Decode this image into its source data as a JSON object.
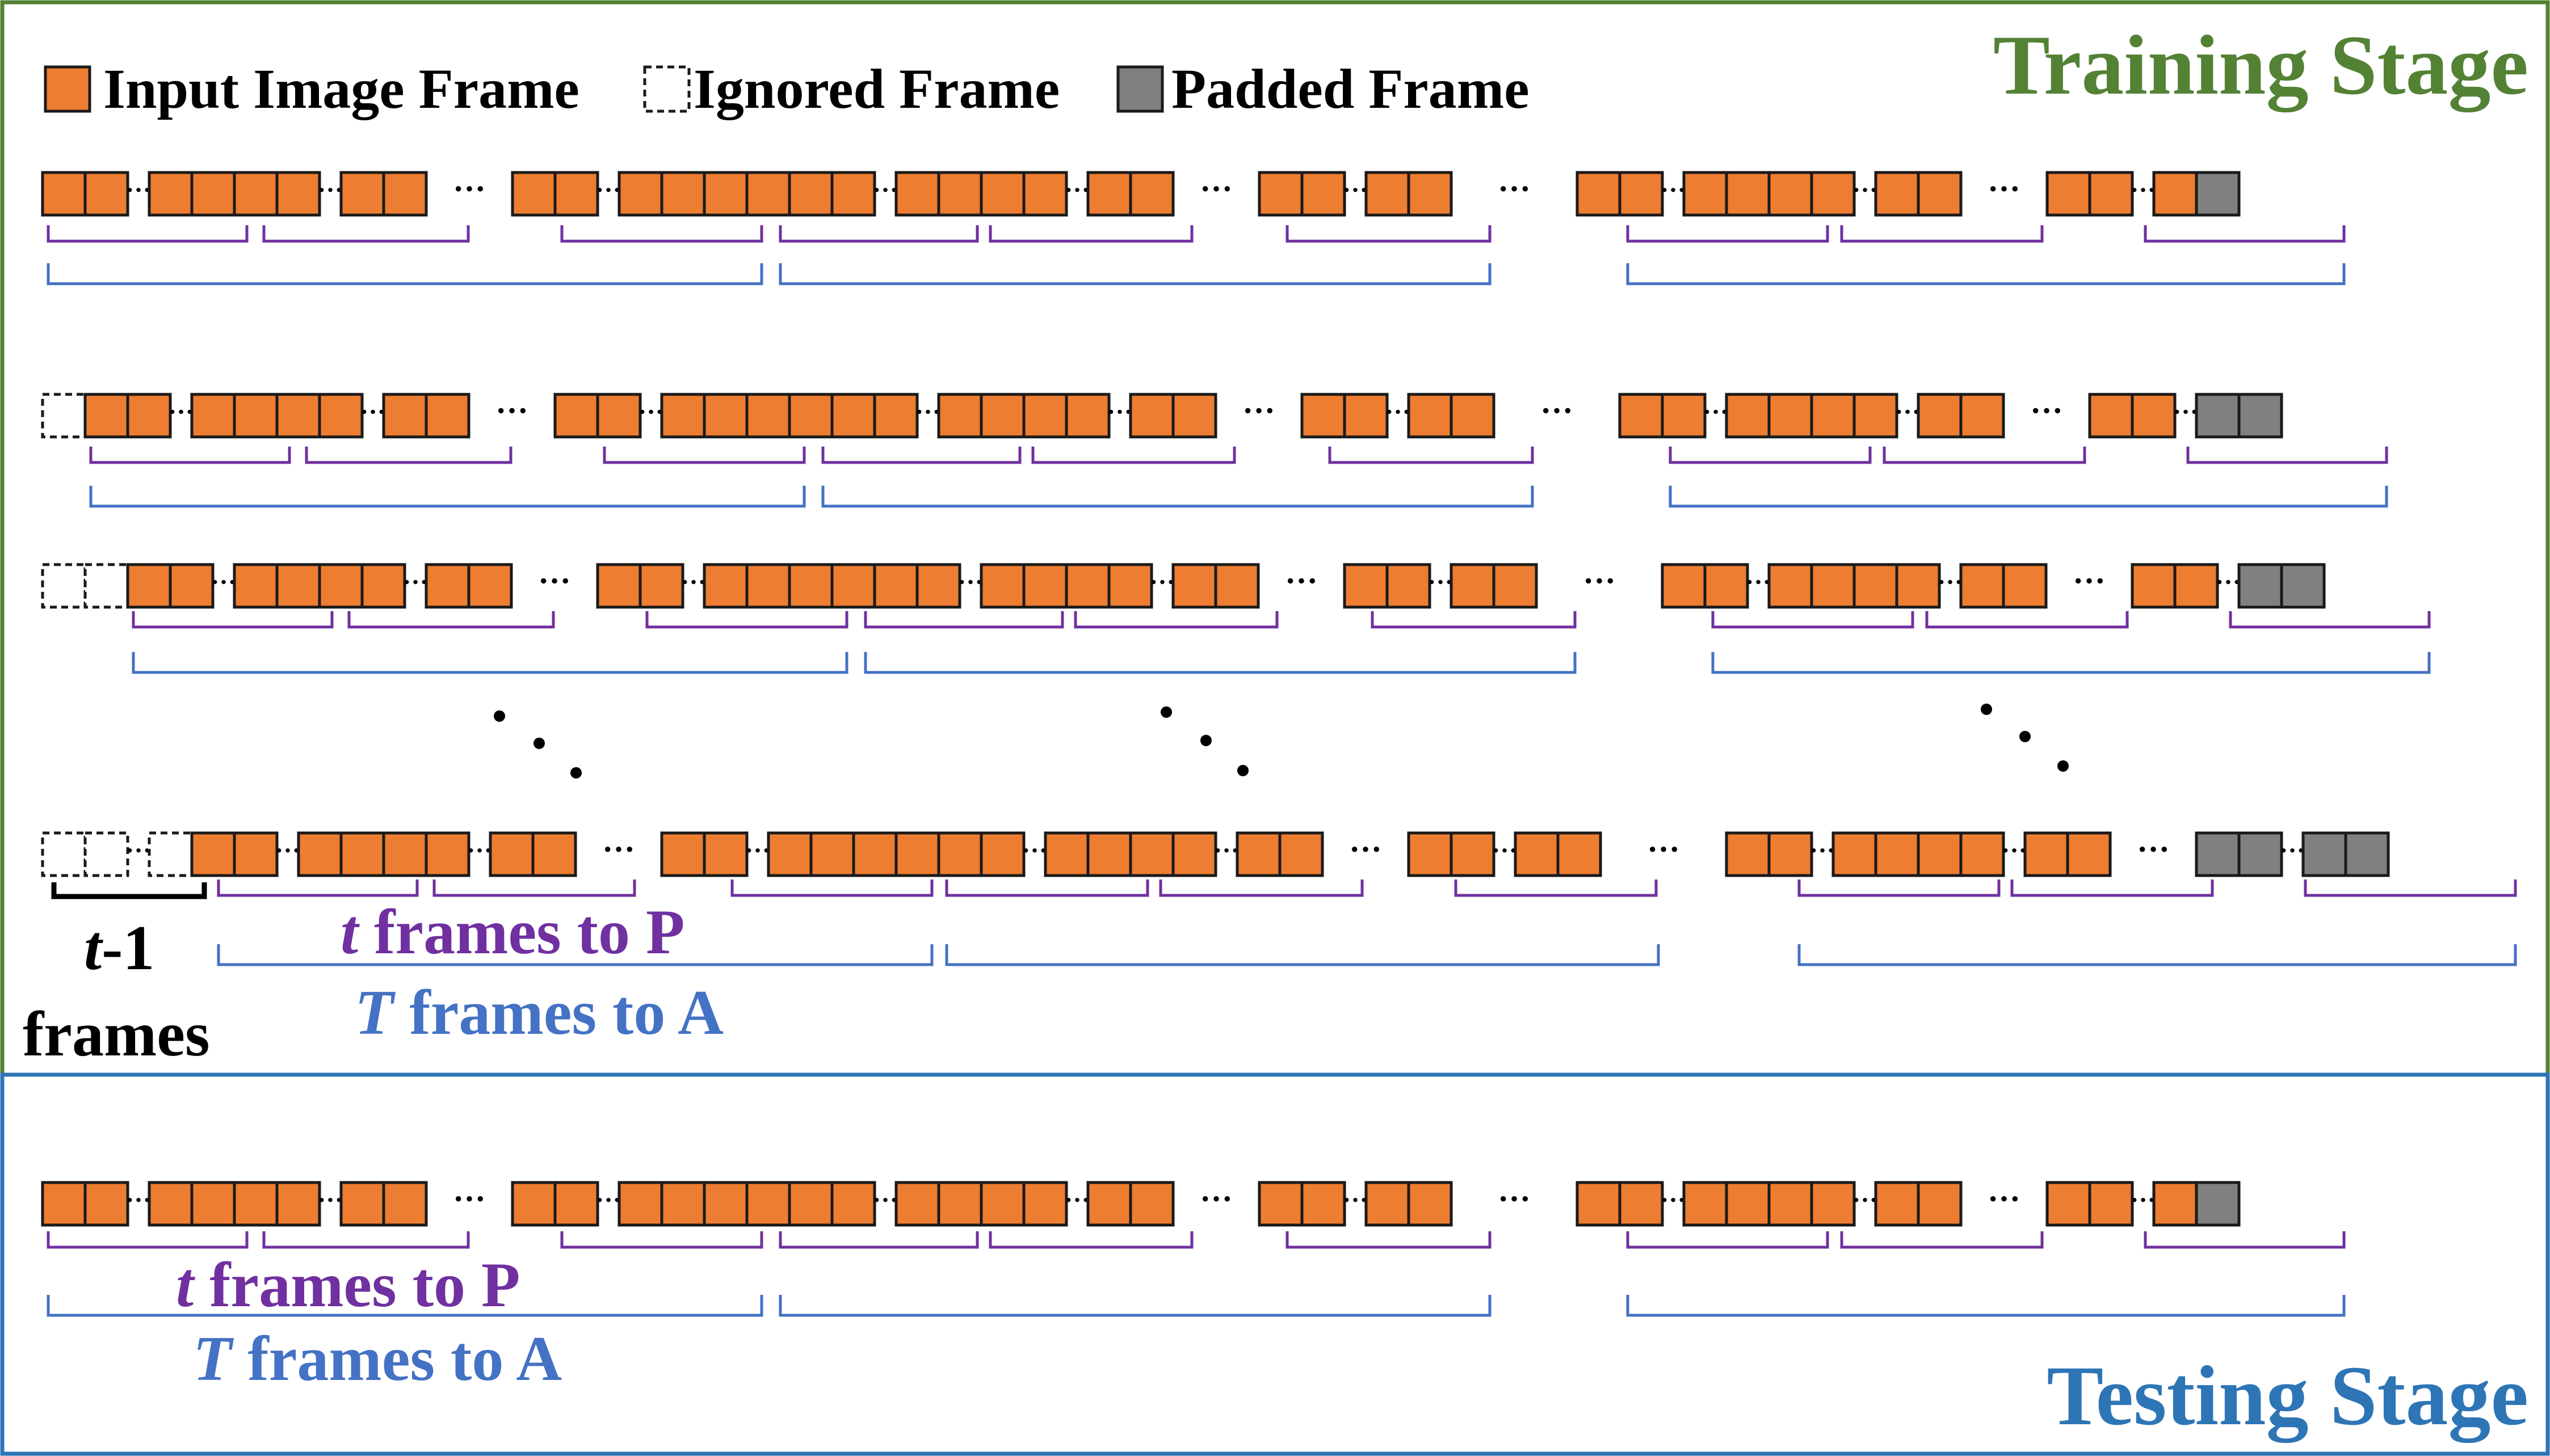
{
  "legend": {
    "input": "Input Image Frame",
    "ignored": "Ignored Frame",
    "padded": "Padded Frame"
  },
  "stages": {
    "training": "Training Stage",
    "testing": "Testing Stage"
  },
  "annotations": {
    "t_var": "t",
    "T_var": "T",
    "frames_to_p": " frames to P",
    "frames_to_a": " frames to A",
    "t_minus_one": "-1",
    "frames": "frames"
  },
  "glyphs": {
    "ellipsis": "···",
    "dot": "·"
  },
  "colors": {
    "orange": "#ED7D31",
    "gray": "#808080",
    "purple": "#7030A0",
    "blue": "#4472C4",
    "green": "#548235",
    "frame_border": "#1a1a1a"
  }
}
